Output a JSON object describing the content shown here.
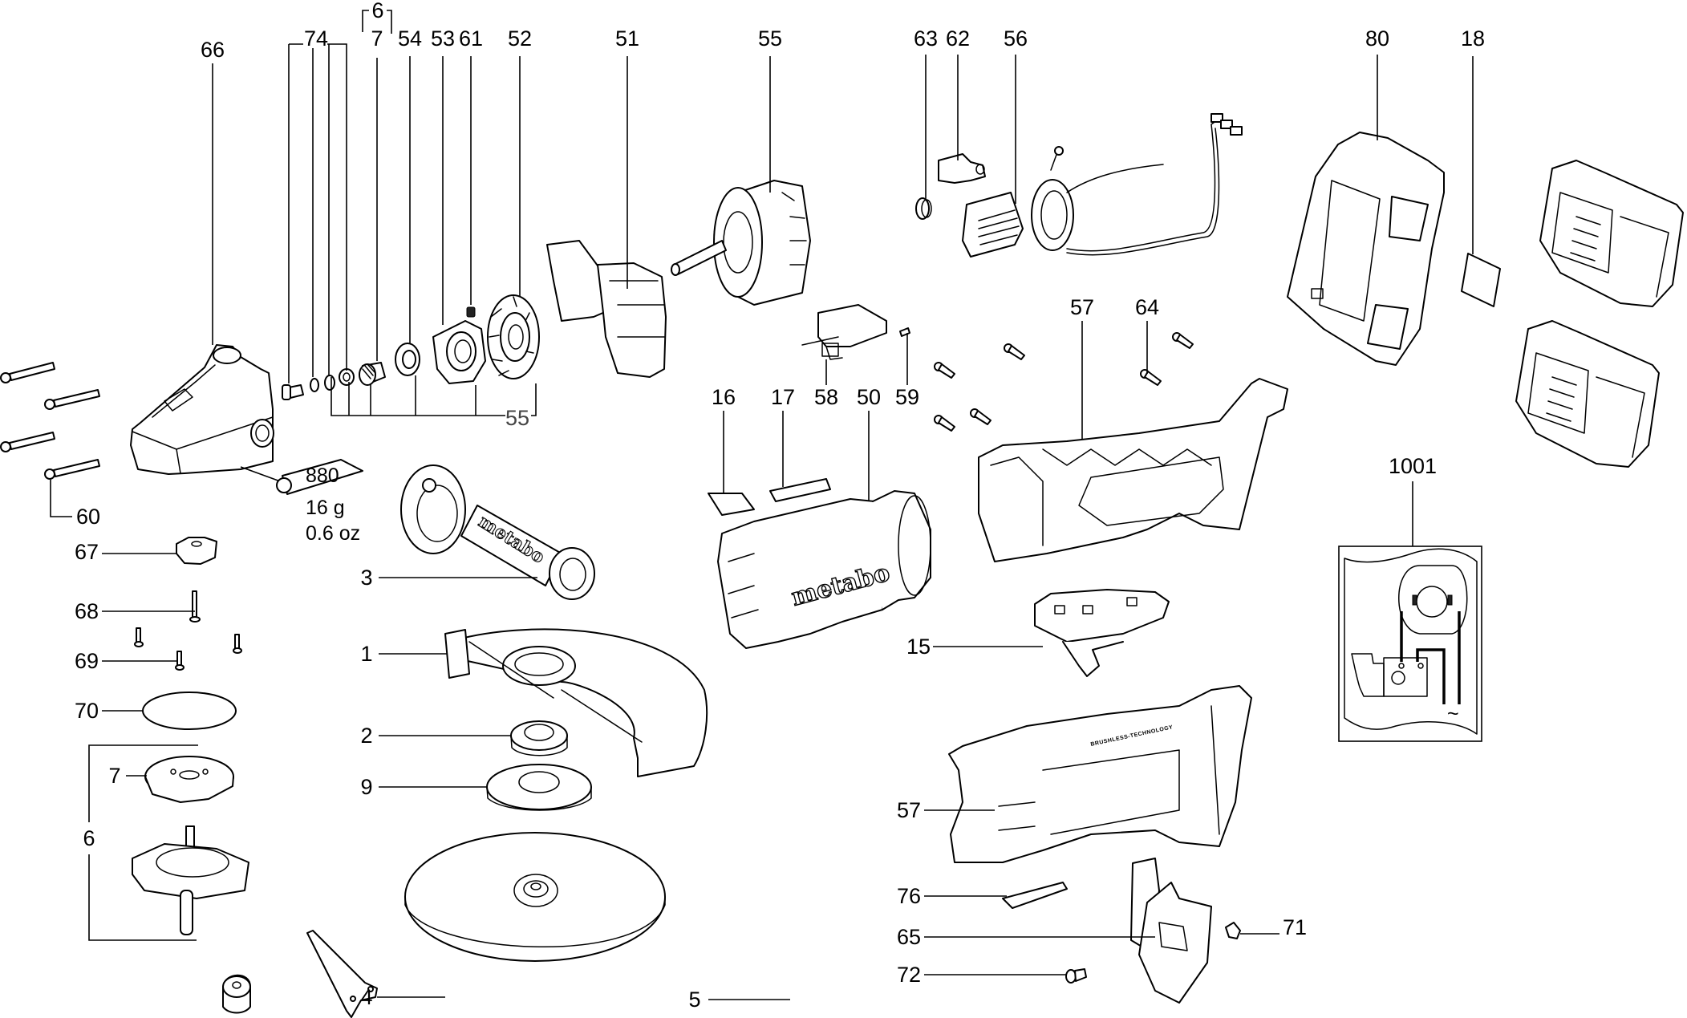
{
  "diagram": {
    "title": "Exploded parts view – cordless angle grinder",
    "brand_text": "metabo",
    "handle_print": "BRUSHLESS-TECHNOLOGY",
    "grease_note": {
      "code": "880",
      "weight_g": "16 g",
      "weight_oz": "0.6 oz"
    },
    "group_labels": {
      "group_6_top": "6",
      "group_55": "55",
      "group_6_left": "6",
      "group_74": "74"
    },
    "callouts": [
      {
        "id": "66",
        "label": "66",
        "part": "gear-housing"
      },
      {
        "id": "74",
        "label": "74",
        "part": "bearing-screw-set"
      },
      {
        "id": "7-top",
        "label": "7",
        "part": "pinion"
      },
      {
        "id": "54",
        "label": "54",
        "part": "ball-bearing"
      },
      {
        "id": "53",
        "label": "53",
        "part": "bearing-plate"
      },
      {
        "id": "61",
        "label": "61",
        "part": "magnet"
      },
      {
        "id": "52",
        "label": "52",
        "part": "fan"
      },
      {
        "id": "51",
        "label": "51",
        "part": "air-guide-ring"
      },
      {
        "id": "55",
        "label": "55",
        "part": "rotor"
      },
      {
        "id": "63",
        "label": "63",
        "part": "needle-bearing"
      },
      {
        "id": "62",
        "label": "62",
        "part": "sensor-holder"
      },
      {
        "id": "56",
        "label": "56",
        "part": "stator-with-cable"
      },
      {
        "id": "80",
        "label": "80",
        "part": "battery-interface"
      },
      {
        "id": "18",
        "label": "18",
        "part": "label-sticker"
      },
      {
        "id": "60",
        "label": "60",
        "part": "housing-screws"
      },
      {
        "id": "67",
        "label": "67",
        "part": "nut"
      },
      {
        "id": "68",
        "label": "68",
        "part": "long-screw"
      },
      {
        "id": "69",
        "label": "69",
        "part": "short-screws"
      },
      {
        "id": "70",
        "label": "70",
        "part": "o-ring"
      },
      {
        "id": "7-left",
        "label": "7",
        "part": "crown-gear"
      },
      {
        "id": "6-left",
        "label": "6",
        "part": "spindle-assembly"
      },
      {
        "id": "3",
        "label": "3",
        "part": "side-handle"
      },
      {
        "id": "1",
        "label": "1",
        "part": "wheel-guard"
      },
      {
        "id": "2",
        "label": "2",
        "part": "support-flange"
      },
      {
        "id": "9",
        "label": "9",
        "part": "clamping-nut"
      },
      {
        "id": "4",
        "label": "4",
        "part": "quick-nut"
      },
      {
        "id": "5",
        "label": "5",
        "part": "pin-spanner"
      },
      {
        "id": "16",
        "label": "16",
        "part": "label-16"
      },
      {
        "id": "17",
        "label": "17",
        "part": "label-17"
      },
      {
        "id": "58",
        "label": "58",
        "part": "electronics-box"
      },
      {
        "id": "59",
        "label": "59",
        "part": "small-screw"
      },
      {
        "id": "50",
        "label": "50",
        "part": "motor-housing"
      },
      {
        "id": "57-top",
        "label": "57",
        "part": "handle-shell-left"
      },
      {
        "id": "64",
        "label": "64",
        "part": "handle-screws"
      },
      {
        "id": "15",
        "label": "15",
        "part": "switch"
      },
      {
        "id": "1001",
        "label": "1001",
        "part": "wiring-diagram"
      },
      {
        "id": "57-bottom",
        "label": "57",
        "part": "handle-shell-right"
      },
      {
        "id": "76",
        "label": "76",
        "part": "label-76"
      },
      {
        "id": "65",
        "label": "65",
        "part": "end-cap"
      },
      {
        "id": "72",
        "label": "72",
        "part": "cap-screw"
      },
      {
        "id": "71",
        "label": "71",
        "part": "cap-nut"
      }
    ],
    "wiring_diagram": {
      "ac_symbol": "~"
    }
  }
}
